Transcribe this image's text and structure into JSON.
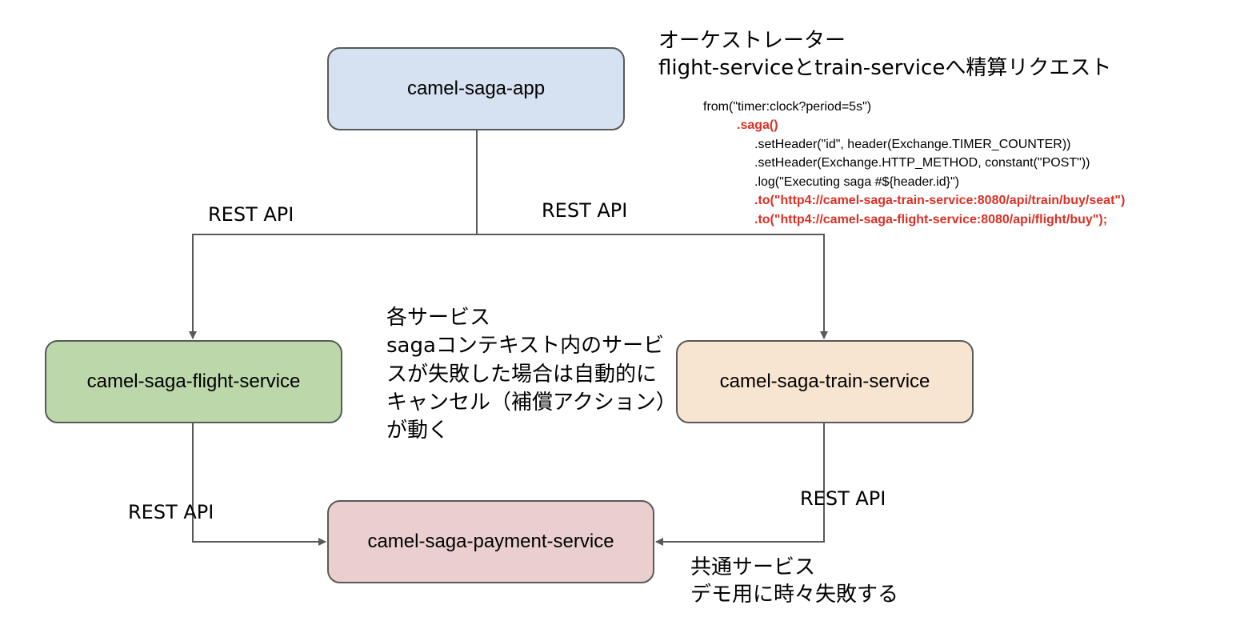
{
  "nodes": {
    "app": {
      "label": "camel-saga-app",
      "fill": "#d6e2f1"
    },
    "flight": {
      "label": "camel-saga-flight-service",
      "fill": "#bcd7aa"
    },
    "train": {
      "label": "camel-saga-train-service",
      "fill": "#f8e5d1"
    },
    "payment": {
      "label": "camel-saga-payment-service",
      "fill": "#ebcfcf"
    }
  },
  "edge_labels": {
    "left": "REST API",
    "mid": "REST API",
    "bottom_left": "REST API",
    "bottom_right": "REST API"
  },
  "notes": {
    "orchestrator": [
      "オーケストレーター",
      "flight-serviceとtrain-serviceへ精算リクエスト"
    ],
    "center": "各サービス\nsagaコンテキスト内のサービスが失敗した場合は自動的にキャンセル（補償アクション）が動く",
    "payment": [
      "共通サービス",
      "デモ用に時々失敗する"
    ]
  },
  "code_lines": [
    {
      "text": "from(\"timer:clock?period=5s\")",
      "highlight": false
    },
    {
      "text": ".saga()",
      "highlight": true
    },
    {
      "text": ".setHeader(\"id\", header(Exchange.TIMER_COUNTER))",
      "highlight": false
    },
    {
      "text": ".setHeader(Exchange.HTTP_METHOD, constant(\"POST\"))",
      "highlight": false
    },
    {
      "text": ".log(\"Executing saga #${header.id}\")",
      "highlight": false
    },
    {
      "text": ".to(\"http4://camel-saga-train-service:8080/api/train/buy/seat\")",
      "highlight": true
    },
    {
      "text": ".to(\"http4://camel-saga-flight-service:8080/api/flight/buy\");",
      "highlight": true
    }
  ],
  "colors": {
    "line": "#595959",
    "highlight": "#d93025"
  }
}
